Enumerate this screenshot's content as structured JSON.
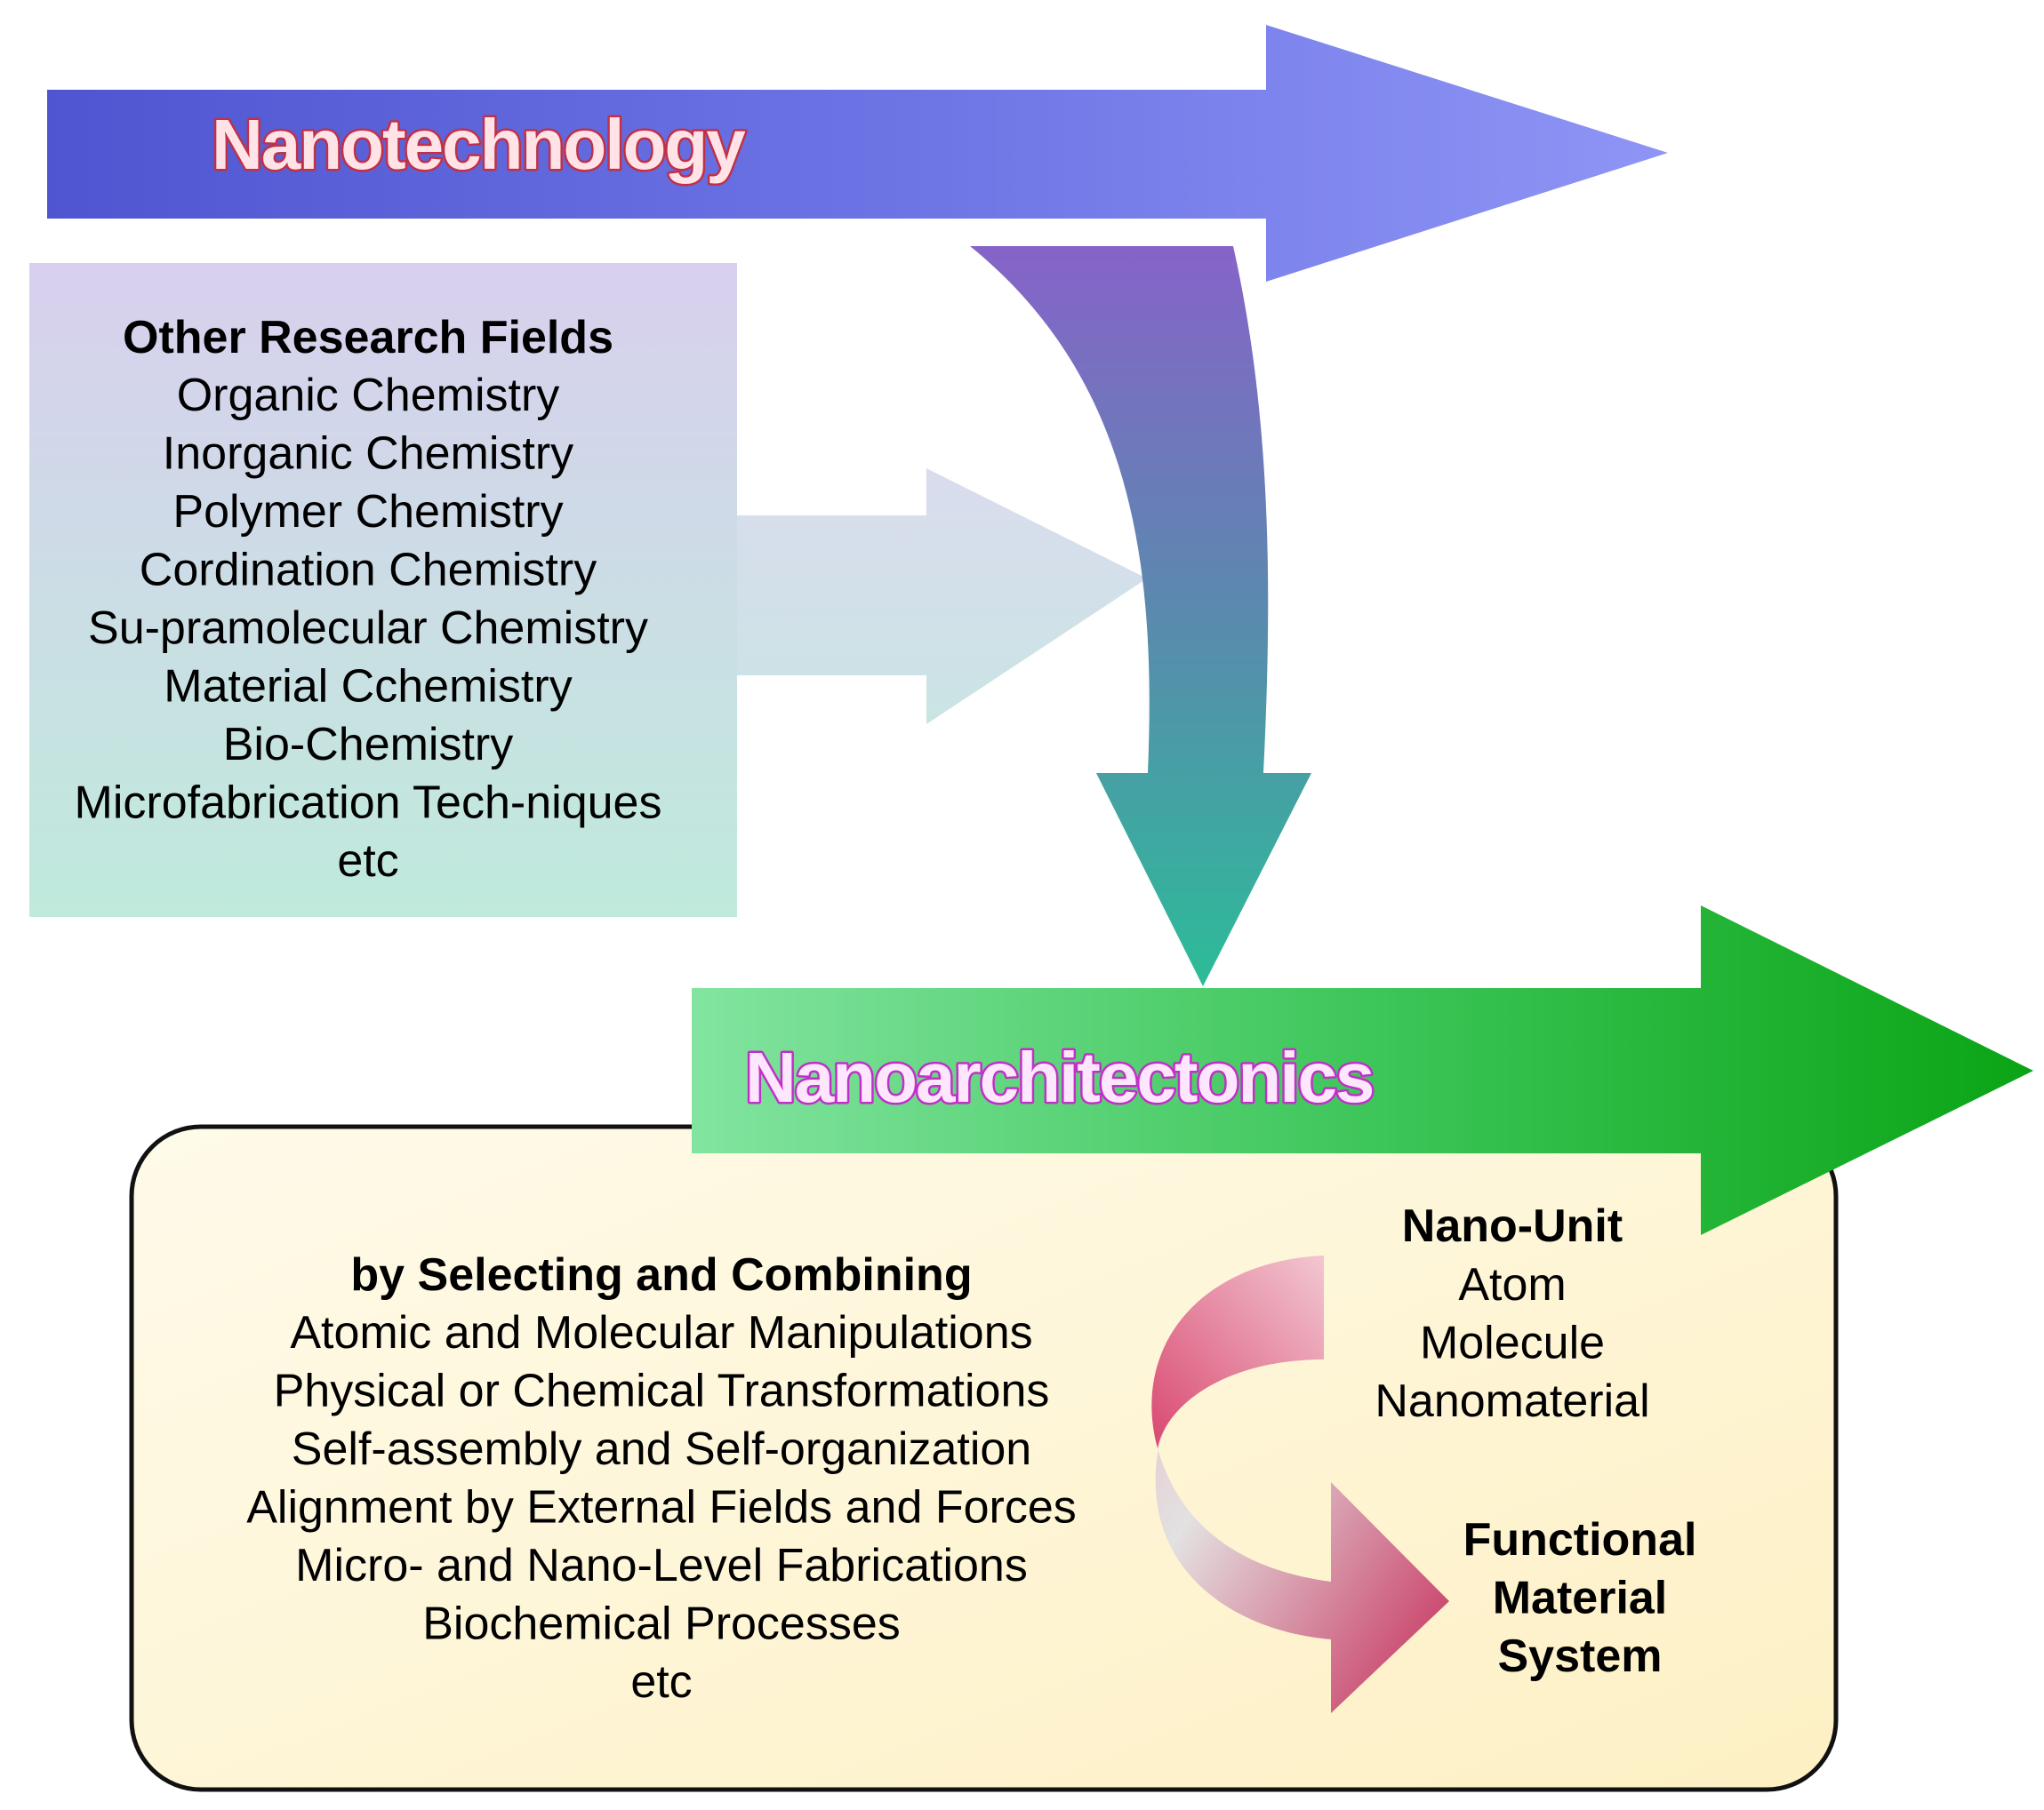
{
  "nanotechnology": {
    "label": "Nanotechnology"
  },
  "other_fields": {
    "heading": "Other Research Fields",
    "items": [
      "Organic Chemistry",
      "Inorganic Chemistry",
      "Polymer Chemistry",
      "Cordination Chemistry",
      "Su-pramolecular Chemistry",
      "Material Cchemistry",
      "Bio-Chemistry",
      "Microfabrication Tech-niques",
      "etc"
    ]
  },
  "nanoarchitectonics": {
    "label": "Nanoarchitectonics"
  },
  "methods": {
    "heading": "by Selecting and Combining",
    "items": [
      "Atomic and Molecular Manipulations",
      "Physical or Chemical Transformations",
      "Self-assembly and Self-organization",
      "Alignment by External Fields and Forces",
      "Micro- and Nano-Level Fabrications",
      "Biochemical Processes",
      "etc"
    ]
  },
  "nano_unit": {
    "heading": "Nano-Unit",
    "items": [
      "Atom",
      "Molecule",
      "Nanomaterial"
    ]
  },
  "result": {
    "lines": [
      "Functional",
      "Material",
      "System"
    ]
  },
  "colors": {
    "nanotech_arrow_start": "#4f55d0",
    "nanotech_arrow_end": "#8f95f5",
    "nanotech_text": "#ffe3e7",
    "nanotech_text_outline": "#c03048",
    "fields_box_top": "#d8d0ee",
    "fields_box_bottom": "#bfeadc",
    "side_arrow": "#d4e2ea",
    "curved_arrow_top": "#8663c9",
    "curved_arrow_bottom": "#2cbc98",
    "nanoarch_arrow_start": "#82e4a0",
    "nanoarch_arrow_end": "#0aa415",
    "nanoarch_text": "#ffe6ff",
    "nanoarch_text_outline": "#c030c8",
    "panel_fill": "#fff7d6",
    "cycle_arrow_light": "#e2e2e2",
    "cycle_arrow_dark": "#c62a58"
  }
}
